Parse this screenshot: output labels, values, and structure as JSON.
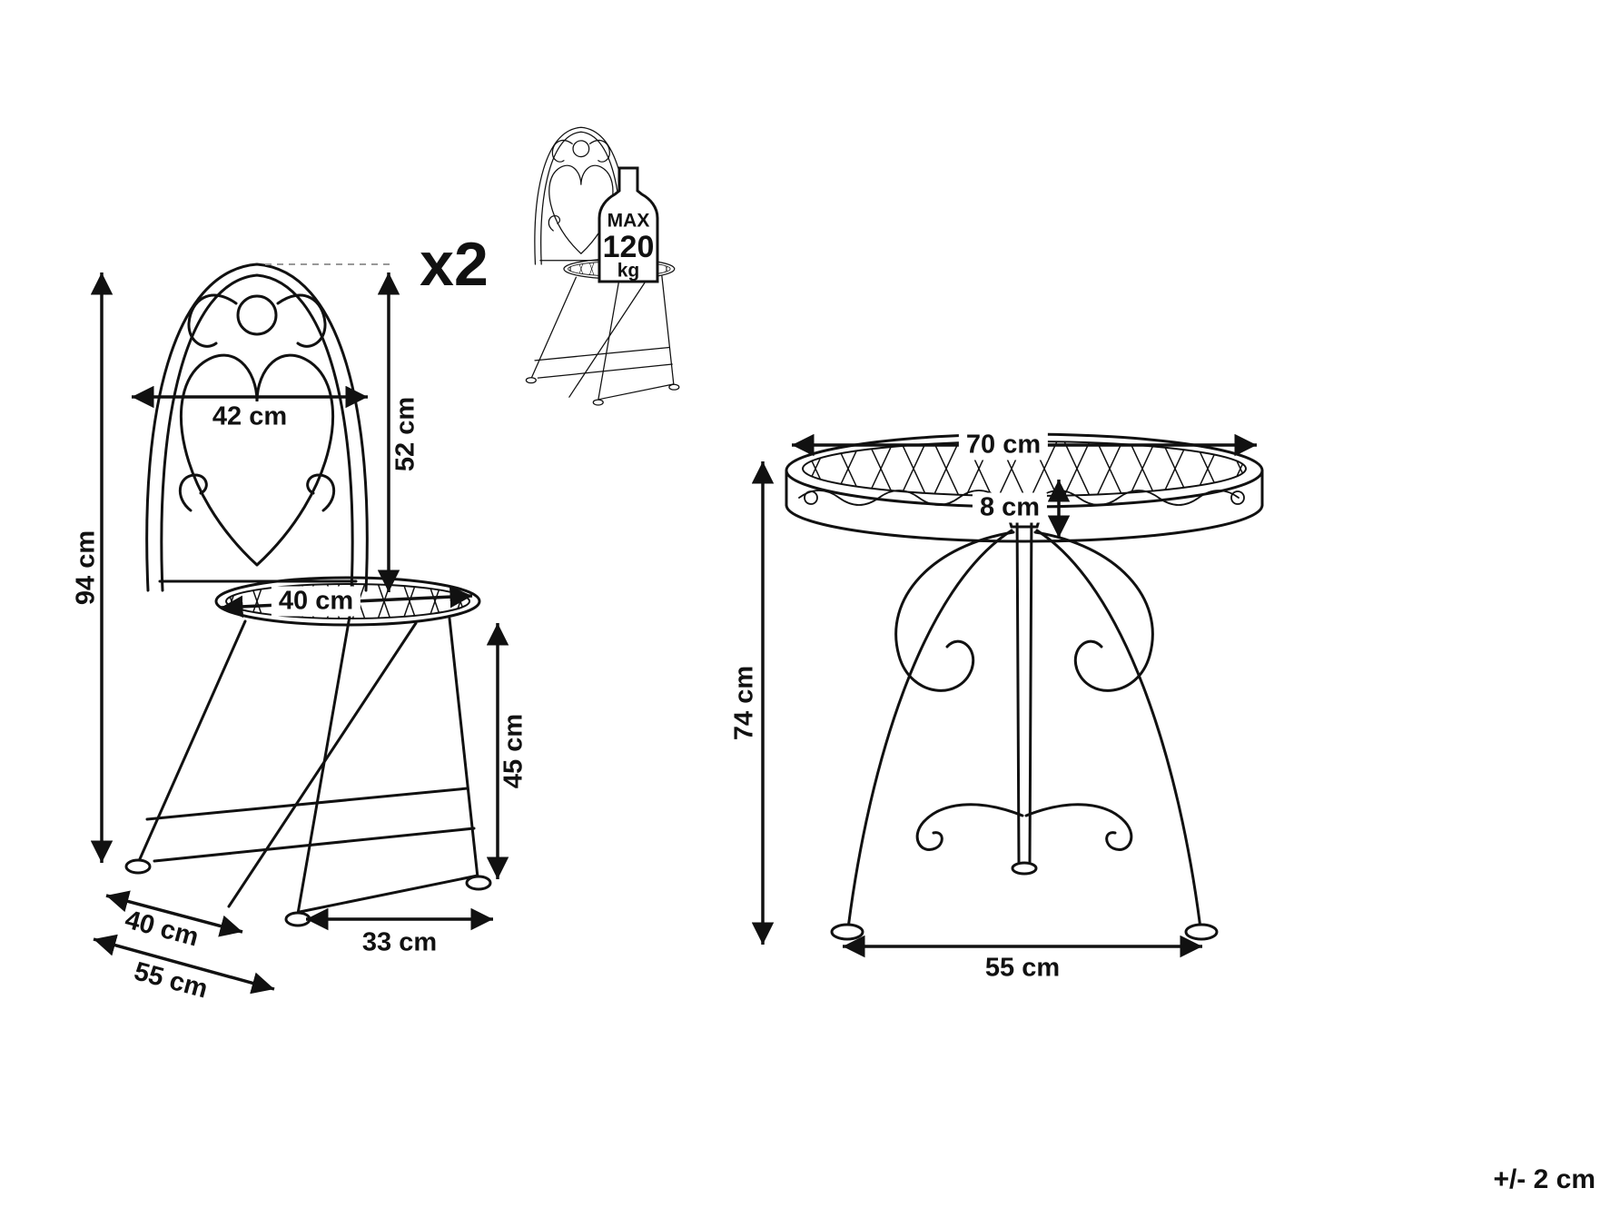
{
  "diagram": {
    "title": "bistro-set-dimension-diagram",
    "quantity": "x2",
    "tolerance": "+/- 2 cm",
    "ink_color": "#111111",
    "background_color": "#ffffff",
    "max_load": {
      "line1": "MAX",
      "line2": "120",
      "line3": "kg"
    },
    "chair": {
      "total_height": "94 cm",
      "back_width": "42 cm",
      "backrest_height": "52 cm",
      "seat_width": "40 cm",
      "seat_height": "45 cm",
      "seat_depth": "40 cm",
      "overall_depth": "55 cm",
      "leg_spacing": "33 cm"
    },
    "table": {
      "top_diameter": "70 cm",
      "apron_height": "8 cm",
      "height": "74 cm",
      "base_width": "55 cm"
    }
  }
}
